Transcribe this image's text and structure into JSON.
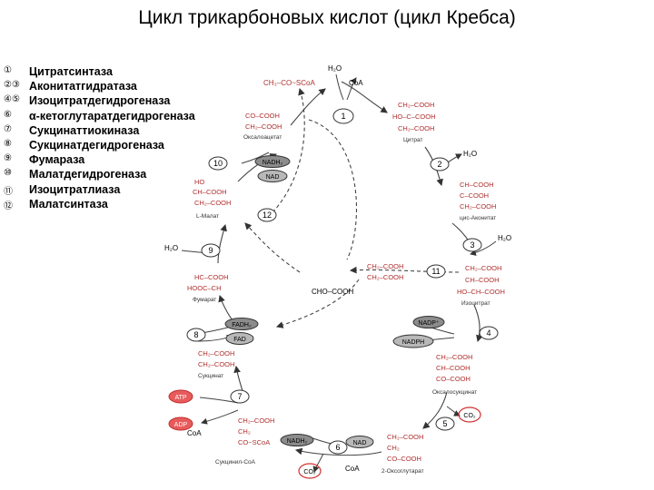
{
  "title": "Цикл трикарбоновых кислот (цикл Кребса)",
  "legend": [
    {
      "numbers": "①",
      "label": "Цитратсинтаза"
    },
    {
      "numbers": "②③",
      "label": "Аконитатгидратаза"
    },
    {
      "numbers": "④⑤",
      "label": "Изоцитратдегидрогеназа"
    },
    {
      "numbers": "⑥",
      "label": "α-кетоглутаратдегидрогеназа"
    },
    {
      "numbers": "⑦",
      "label": "Сукцинаттиокиназа"
    },
    {
      "numbers": "⑧",
      "label": "Сукцинатдегидрогеназа"
    },
    {
      "numbers": "⑨",
      "label": "Фумараза"
    },
    {
      "numbers": "⑩",
      "label": "Малатдегидрогеназа"
    },
    {
      "numbers": "⑪",
      "label": "Изоцитратлиаза"
    },
    {
      "numbers": "⑫",
      "label": "Малатсинтаза"
    }
  ],
  "diagram": {
    "acetyl_coa": "CH₃–CO~SCoA",
    "h2o_top": "H₂O",
    "coa_top": "CoA",
    "oxaloacetate": {
      "line1": "CO–COOH",
      "line2": "CH₂–COOH",
      "name": "Оксалоацетат"
    },
    "citrate": {
      "line1": "CH₂–COOH",
      "line2": "HO–C–COOH",
      "line3": "CH₂–COOH",
      "name": "Цитрат"
    },
    "cis_aconitate": {
      "line1": "CH–COOH",
      "line2": "C–COOH",
      "line3": "CH₂–COOH",
      "name": "цис-Аконитат"
    },
    "h2o_out": "H₂O",
    "h2o_in3": "H₂O",
    "isocitrate": {
      "line1": "CH₂–COOH",
      "line2": "CH–COOH",
      "line3": "HO–CH–COOH",
      "name": "Изоцитрат"
    },
    "nadp": "NADP⁺",
    "nadph": "NADPH",
    "oxalosuccinate": {
      "line1": "CH₂–COOH",
      "line2": "CH–COOH",
      "line3": "CO–COOH",
      "name": "Оксалосукцинат"
    },
    "co2_5": "CO₂",
    "akg": {
      "line1": "CH₂–COOH",
      "line2": "CH₂",
      "line3": "CO–COOH",
      "name": "2-Оксоглутарат"
    },
    "nadh_6": "NADH₂",
    "nad_6": "NAD",
    "co2_6": "CO₂",
    "coa_6": "CoA",
    "succinyl_coa": {
      "line1": "CH₂–COOH",
      "line2": "CH₂",
      "line3": "CO~SCoA",
      "name": "Сукцинил-CoA"
    },
    "atp": "ATP",
    "adp": "ADP",
    "coa_7": "CoA",
    "succinate": {
      "line1": "CH₂–COOH",
      "line2": "CH₂–COOH",
      "name": "Сукцинат"
    },
    "fadh2": "FADH₂",
    "fad": "FAD",
    "fumarate": {
      "line1": "HC–COOH",
      "line2": "HOOC–CH",
      "name": "Фумарат"
    },
    "h2o_9": "H₂O",
    "malate": {
      "line1": "HO",
      "line2": "CH–COOH",
      "line3": "CH₂–COOH",
      "name": "L-Малат"
    },
    "nadh_10": "NADH₂",
    "nad_10": "NAD",
    "glyoxylate": "CHO–COOH",
    "succ_11": {
      "line1": "CH₂–COOH",
      "line2": "CH₂–COOH"
    },
    "steps": [
      "1",
      "2",
      "3",
      "4",
      "5",
      "6",
      "7",
      "8",
      "9",
      "10",
      "11",
      "12"
    ]
  }
}
